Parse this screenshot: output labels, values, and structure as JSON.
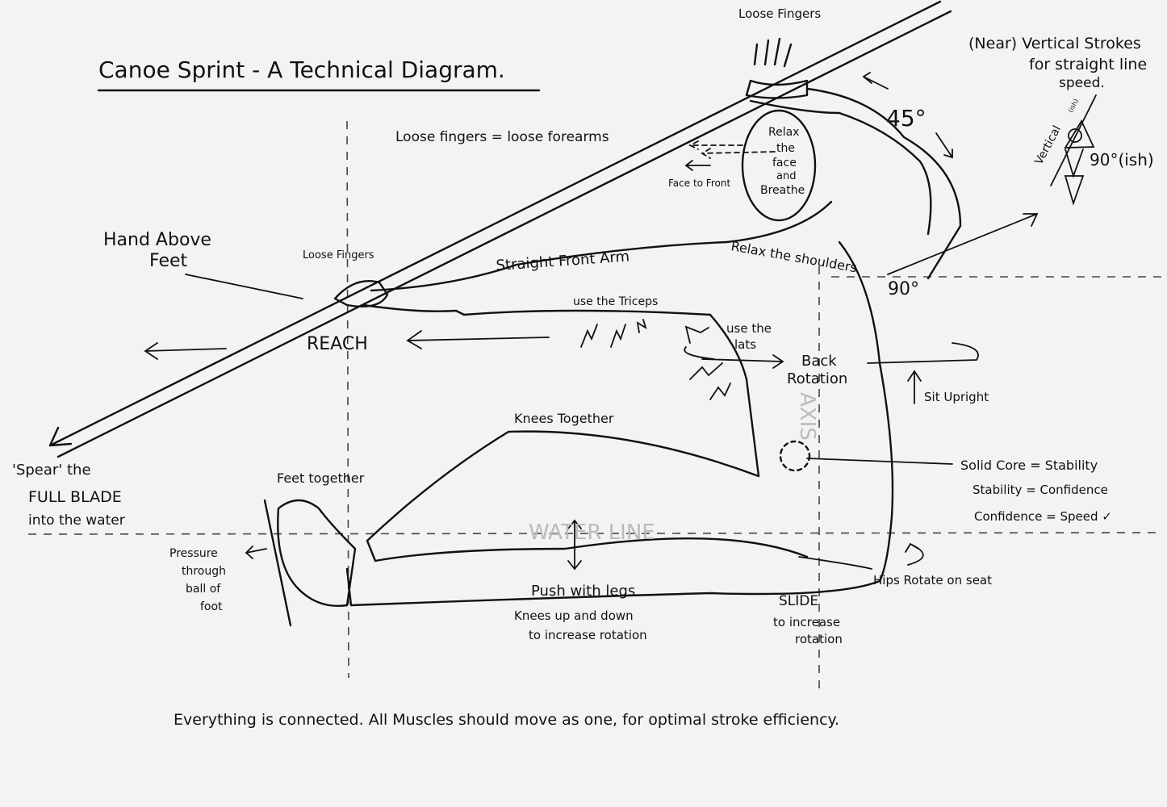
{
  "title": "Canoe Sprint - A Technical Diagram.",
  "labels": {
    "loose_fingers_top": "Loose Fingers",
    "near_vertical_1": "(Near) Vertical Strokes",
    "near_vertical_2": "for straight line",
    "near_vertical_3": "speed.",
    "vertical_ish": "Vertical",
    "ish_small": "(ish)",
    "ninety_ish": "90°(ish)",
    "angle_45": "45°",
    "angle_90": "90°",
    "loose_forearms": "Loose fingers = loose forearms",
    "relax_face": [
      "Relax",
      "the",
      "face",
      "and",
      "Breathe"
    ],
    "face_to_front": "Face to Front",
    "hand_above_feet_1": "Hand Above",
    "hand_above_feet_2": "Feet",
    "loose_fingers_hand": "Loose Fingers",
    "straight_front_arm": "Straight Front Arm",
    "relax_shoulders": "Relax the shoulders",
    "use_triceps": "use the Triceps",
    "reach": "REACH",
    "use_lats_1": "use the",
    "use_lats_2": "lats",
    "back_rotation_1": "Back",
    "back_rotation_2": "Rotation",
    "sit_upright": "Sit Upright",
    "axis": "AXIS",
    "knees_together": "Knees Together",
    "spear_1": "'Spear' the",
    "spear_2": "FULL BLADE",
    "spear_3": "into the water",
    "feet_together": "Feet together",
    "solid_core": "Solid Core = Stability",
    "stability": "Stability = Confidence",
    "confidence": "Confidence = Speed ✓",
    "water_line": "WATER LINE",
    "pressure": [
      "Pressure",
      "through",
      "ball of",
      "foot"
    ],
    "push_legs": "Push with legs",
    "knees_up_1": "Knees up and down",
    "knees_up_2": "to increase rotation",
    "hips_rotate": "Hips Rotate on seat",
    "slide_1": "SLIDE",
    "slide_2": "to increase",
    "slide_3": "rotation",
    "footer": "Everything is connected. All Muscles should move as one, for optimal stroke efficiency."
  }
}
